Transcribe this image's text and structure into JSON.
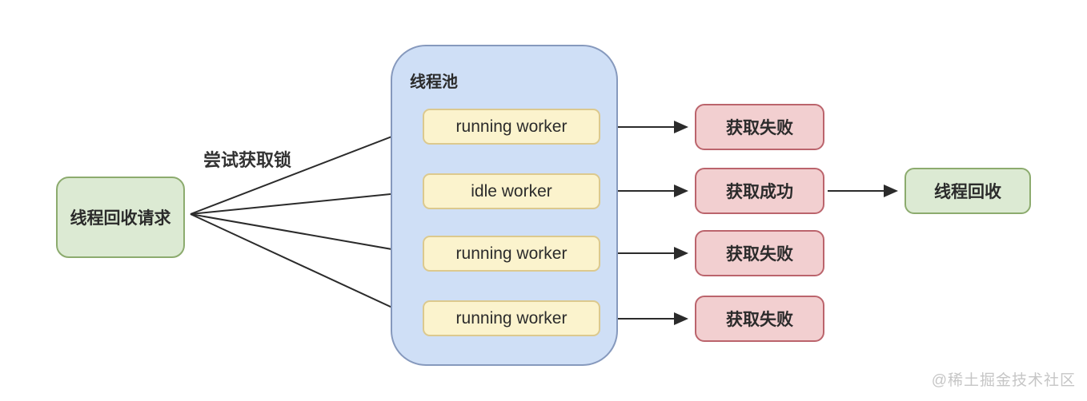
{
  "diagram": {
    "source": {
      "label": "线程回收请求"
    },
    "lock_label": "尝试获取锁",
    "pool": {
      "title": "线程池",
      "workers": [
        {
          "label": "running worker"
        },
        {
          "label": "idle worker"
        },
        {
          "label": "running worker"
        },
        {
          "label": "running worker"
        }
      ]
    },
    "results": [
      {
        "label": "获取失败",
        "status": "fail"
      },
      {
        "label": "获取成功",
        "status": "success"
      },
      {
        "label": "获取失败",
        "status": "fail"
      },
      {
        "label": "获取失败",
        "status": "fail"
      }
    ],
    "final": {
      "label": "线程回收"
    },
    "watermark": "@稀土掘金技术社区",
    "colors": {
      "green_fill": "#dcead3",
      "green_border": "#8cab6e",
      "blue_fill": "#cfdff6",
      "blue_border": "#8699bd",
      "yellow_fill": "#fbf3cd",
      "yellow_border": "#dcc98e",
      "pink_fill": "#f2cfd0",
      "pink_border": "#bb646c",
      "arrow": "#2b2b2b",
      "text": "#2b2b2b",
      "watermark": "#c6c6c6"
    }
  }
}
